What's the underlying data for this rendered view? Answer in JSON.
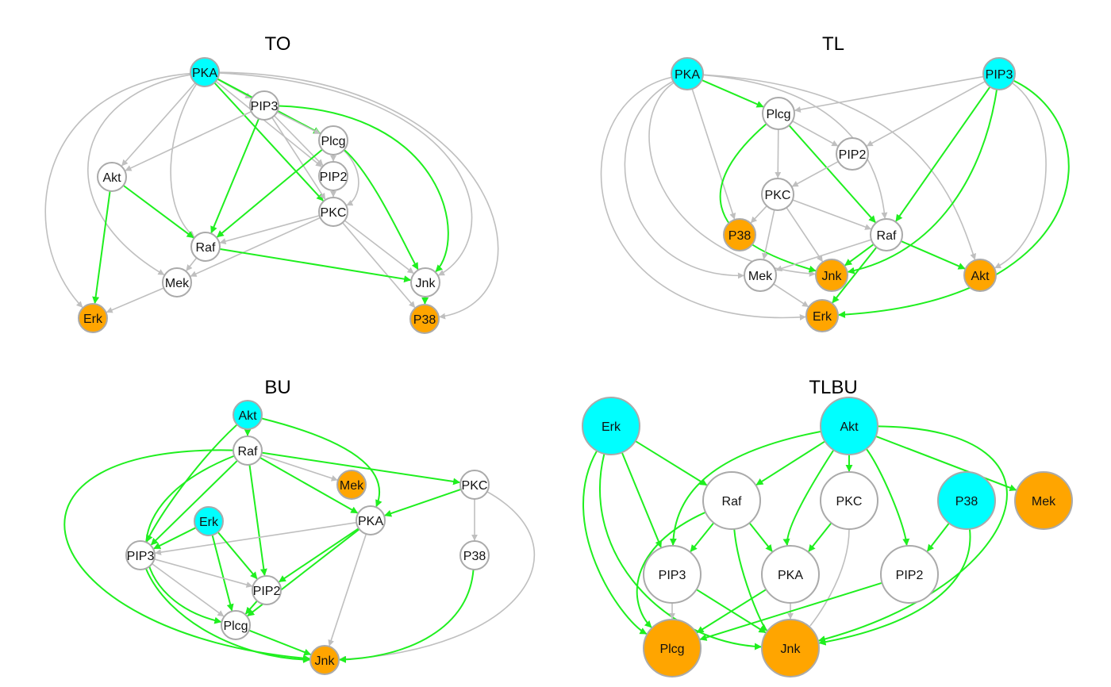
{
  "colors": {
    "edge_gray": "#bfbfbf",
    "edge_green": "#1fef1f",
    "node_white": "#ffffff",
    "node_cyan": "#00ffff",
    "node_orange": "#ffa500",
    "node_stroke": "#aaaaaa"
  },
  "panels": [
    {
      "id": "TO",
      "title": "TO",
      "nodes": [
        {
          "id": "PKA",
          "label": "PKA",
          "type": "cyan"
        },
        {
          "id": "PIP3",
          "label": "PIP3",
          "type": "white"
        },
        {
          "id": "Plcg",
          "label": "Plcg",
          "type": "white"
        },
        {
          "id": "PIP2",
          "label": "PIP2",
          "type": "white"
        },
        {
          "id": "PKC",
          "label": "PKC",
          "type": "white"
        },
        {
          "id": "Akt",
          "label": "Akt",
          "type": "white"
        },
        {
          "id": "Raf",
          "label": "Raf",
          "type": "white"
        },
        {
          "id": "Mek",
          "label": "Mek",
          "type": "white"
        },
        {
          "id": "Jnk",
          "label": "Jnk",
          "type": "white"
        },
        {
          "id": "Erk",
          "label": "Erk",
          "type": "orange"
        },
        {
          "id": "P38",
          "label": "P38",
          "type": "orange"
        }
      ],
      "edges": [
        {
          "from": "PKA",
          "to": "PIP3",
          "color": "gray"
        },
        {
          "from": "PKA",
          "to": "Plcg",
          "color": "green"
        },
        {
          "from": "PKA",
          "to": "PKC",
          "color": "green"
        },
        {
          "from": "PKA",
          "to": "PIP2",
          "color": "gray"
        },
        {
          "from": "PKA",
          "to": "Akt",
          "color": "gray"
        },
        {
          "from": "PKA",
          "to": "Raf",
          "color": "gray"
        },
        {
          "from": "PKA",
          "to": "Mek",
          "color": "gray"
        },
        {
          "from": "PKA",
          "to": "Erk",
          "color": "gray"
        },
        {
          "from": "PKA",
          "to": "Jnk",
          "color": "gray"
        },
        {
          "from": "PKA",
          "to": "P38",
          "color": "gray"
        },
        {
          "from": "PIP3",
          "to": "Plcg",
          "color": "gray"
        },
        {
          "from": "PIP3",
          "to": "PIP2",
          "color": "gray"
        },
        {
          "from": "PIP3",
          "to": "PKC",
          "color": "gray"
        },
        {
          "from": "PIP3",
          "to": "Akt",
          "color": "gray"
        },
        {
          "from": "PIP3",
          "to": "Raf",
          "color": "green"
        },
        {
          "from": "PIP3",
          "to": "Jnk",
          "color": "green"
        },
        {
          "from": "Plcg",
          "to": "PIP2",
          "color": "gray"
        },
        {
          "from": "Plcg",
          "to": "PKC",
          "color": "gray"
        },
        {
          "from": "Plcg",
          "to": "Raf",
          "color": "green"
        },
        {
          "from": "Plcg",
          "to": "Jnk",
          "color": "green"
        },
        {
          "from": "PIP2",
          "to": "PKC",
          "color": "gray"
        },
        {
          "from": "PKC",
          "to": "Raf",
          "color": "gray"
        },
        {
          "from": "PKC",
          "to": "Mek",
          "color": "gray"
        },
        {
          "from": "PKC",
          "to": "Jnk",
          "color": "gray"
        },
        {
          "from": "PKC",
          "to": "P38",
          "color": "gray"
        },
        {
          "from": "Akt",
          "to": "Raf",
          "color": "green"
        },
        {
          "from": "Akt",
          "to": "Erk",
          "color": "green"
        },
        {
          "from": "Raf",
          "to": "Mek",
          "color": "gray"
        },
        {
          "from": "Raf",
          "to": "Jnk",
          "color": "green"
        },
        {
          "from": "Mek",
          "to": "Erk",
          "color": "gray"
        },
        {
          "from": "Jnk",
          "to": "P38",
          "color": "green"
        }
      ]
    },
    {
      "id": "TL",
      "title": "TL",
      "nodes": [
        {
          "id": "PKA",
          "label": "PKA",
          "type": "cyan"
        },
        {
          "id": "PIP3",
          "label": "PIP3",
          "type": "cyan"
        },
        {
          "id": "Plcg",
          "label": "Plcg",
          "type": "white"
        },
        {
          "id": "PIP2",
          "label": "PIP2",
          "type": "white"
        },
        {
          "id": "PKC",
          "label": "PKC",
          "type": "white"
        },
        {
          "id": "P38",
          "label": "P38",
          "type": "orange"
        },
        {
          "id": "Raf",
          "label": "Raf",
          "type": "white"
        },
        {
          "id": "Mek",
          "label": "Mek",
          "type": "white"
        },
        {
          "id": "Jnk",
          "label": "Jnk",
          "type": "orange"
        },
        {
          "id": "Akt",
          "label": "Akt",
          "type": "orange"
        },
        {
          "id": "Erk",
          "label": "Erk",
          "type": "orange"
        }
      ],
      "edges": [
        {
          "from": "PKA",
          "to": "Plcg",
          "color": "green"
        },
        {
          "from": "PKA",
          "to": "P38",
          "color": "gray"
        },
        {
          "from": "PKA",
          "to": "Raf",
          "color": "gray"
        },
        {
          "from": "PKA",
          "to": "Akt",
          "color": "gray"
        },
        {
          "from": "PKA",
          "to": "Mek",
          "color": "gray"
        },
        {
          "from": "PKA",
          "to": "Jnk",
          "color": "gray"
        },
        {
          "from": "PKA",
          "to": "Erk",
          "color": "gray"
        },
        {
          "from": "PIP3",
          "to": "Plcg",
          "color": "gray"
        },
        {
          "from": "PIP3",
          "to": "PIP2",
          "color": "gray"
        },
        {
          "from": "PIP3",
          "to": "Raf",
          "color": "green"
        },
        {
          "from": "PIP3",
          "to": "Jnk",
          "color": "green"
        },
        {
          "from": "PIP3",
          "to": "Akt",
          "color": "gray"
        },
        {
          "from": "PIP3",
          "to": "Erk",
          "color": "green"
        },
        {
          "from": "Plcg",
          "to": "PIP2",
          "color": "gray"
        },
        {
          "from": "Plcg",
          "to": "PKC",
          "color": "gray"
        },
        {
          "from": "Plcg",
          "to": "Raf",
          "color": "green"
        },
        {
          "from": "Plcg",
          "to": "Jnk",
          "color": "green"
        },
        {
          "from": "PIP2",
          "to": "PKC",
          "color": "gray"
        },
        {
          "from": "PKC",
          "to": "P38",
          "color": "gray"
        },
        {
          "from": "PKC",
          "to": "Raf",
          "color": "gray"
        },
        {
          "from": "PKC",
          "to": "Mek",
          "color": "gray"
        },
        {
          "from": "PKC",
          "to": "Jnk",
          "color": "gray"
        },
        {
          "from": "Raf",
          "to": "Mek",
          "color": "gray"
        },
        {
          "from": "Raf",
          "to": "Jnk",
          "color": "green"
        },
        {
          "from": "Raf",
          "to": "Akt",
          "color": "green"
        },
        {
          "from": "Raf",
          "to": "Erk",
          "color": "green"
        },
        {
          "from": "Mek",
          "to": "Erk",
          "color": "gray"
        }
      ]
    },
    {
      "id": "BU",
      "title": "BU",
      "nodes": [
        {
          "id": "Akt",
          "label": "Akt",
          "type": "cyan"
        },
        {
          "id": "Raf",
          "label": "Raf",
          "type": "white"
        },
        {
          "id": "Mek",
          "label": "Mek",
          "type": "orange"
        },
        {
          "id": "PKC",
          "label": "PKC",
          "type": "white"
        },
        {
          "id": "PKA",
          "label": "PKA",
          "type": "white"
        },
        {
          "id": "Erk",
          "label": "Erk",
          "type": "cyan"
        },
        {
          "id": "PIP3",
          "label": "PIP3",
          "type": "white"
        },
        {
          "id": "P38",
          "label": "P38",
          "type": "white"
        },
        {
          "id": "PIP2",
          "label": "PIP2",
          "type": "white"
        },
        {
          "id": "Plcg",
          "label": "Plcg",
          "type": "white"
        },
        {
          "id": "Jnk",
          "label": "Jnk",
          "type": "orange"
        }
      ],
      "edges": [
        {
          "from": "Akt",
          "to": "Raf",
          "color": "green"
        },
        {
          "from": "Akt",
          "to": "PKA",
          "color": "green"
        },
        {
          "from": "Akt",
          "to": "PIP3",
          "color": "green"
        },
        {
          "from": "Raf",
          "to": "Mek",
          "color": "gray"
        },
        {
          "from": "Raf",
          "to": "PKC",
          "color": "green"
        },
        {
          "from": "Raf",
          "to": "PKA",
          "color": "green"
        },
        {
          "from": "Raf",
          "to": "PIP3",
          "color": "green"
        },
        {
          "from": "Raf",
          "to": "PIP2",
          "color": "green"
        },
        {
          "from": "Raf",
          "to": "Plcg",
          "color": "green"
        },
        {
          "from": "Raf",
          "to": "Jnk",
          "color": "green"
        },
        {
          "from": "PKC",
          "to": "PKA",
          "color": "green"
        },
        {
          "from": "PKC",
          "to": "P38",
          "color": "gray"
        },
        {
          "from": "PKC",
          "to": "Jnk",
          "color": "gray"
        },
        {
          "from": "PKA",
          "to": "PIP3",
          "color": "gray"
        },
        {
          "from": "PKA",
          "to": "PIP2",
          "color": "green"
        },
        {
          "from": "PKA",
          "to": "Plcg",
          "color": "green"
        },
        {
          "from": "PKA",
          "to": "Jnk",
          "color": "gray"
        },
        {
          "from": "Erk",
          "to": "PIP3",
          "color": "green"
        },
        {
          "from": "Erk",
          "to": "PIP2",
          "color": "green"
        },
        {
          "from": "Erk",
          "to": "Plcg",
          "color": "green"
        },
        {
          "from": "PIP3",
          "to": "PIP2",
          "color": "gray"
        },
        {
          "from": "PIP3",
          "to": "Plcg",
          "color": "gray"
        },
        {
          "from": "PIP3",
          "to": "Jnk",
          "color": "green"
        },
        {
          "from": "PIP2",
          "to": "Plcg",
          "color": "green"
        },
        {
          "from": "Plcg",
          "to": "Jnk",
          "color": "green"
        },
        {
          "from": "P38",
          "to": "Jnk",
          "color": "green"
        }
      ]
    },
    {
      "id": "TLBU",
      "title": "TLBU",
      "nodes": [
        {
          "id": "Erk",
          "label": "Erk",
          "type": "cyan"
        },
        {
          "id": "Akt",
          "label": "Akt",
          "type": "cyan"
        },
        {
          "id": "Raf",
          "label": "Raf",
          "type": "white"
        },
        {
          "id": "PKC",
          "label": "PKC",
          "type": "white"
        },
        {
          "id": "P38",
          "label": "P38",
          "type": "cyan"
        },
        {
          "id": "Mek",
          "label": "Mek",
          "type": "orange"
        },
        {
          "id": "PIP3",
          "label": "PIP3",
          "type": "white"
        },
        {
          "id": "PKA",
          "label": "PKA",
          "type": "white"
        },
        {
          "id": "PIP2",
          "label": "PIP2",
          "type": "white"
        },
        {
          "id": "Plcg",
          "label": "Plcg",
          "type": "orange"
        },
        {
          "id": "Jnk",
          "label": "Jnk",
          "type": "orange"
        }
      ],
      "edges": [
        {
          "from": "Erk",
          "to": "Raf",
          "color": "green"
        },
        {
          "from": "Erk",
          "to": "PIP3",
          "color": "green"
        },
        {
          "from": "Erk",
          "to": "Plcg",
          "color": "green"
        },
        {
          "from": "Erk",
          "to": "Jnk",
          "color": "green"
        },
        {
          "from": "Akt",
          "to": "Raf",
          "color": "green"
        },
        {
          "from": "Akt",
          "to": "PKC",
          "color": "green"
        },
        {
          "from": "Akt",
          "to": "PIP3",
          "color": "green"
        },
        {
          "from": "Akt",
          "to": "PKA",
          "color": "green"
        },
        {
          "from": "Akt",
          "to": "PIP2",
          "color": "green"
        },
        {
          "from": "Akt",
          "to": "Mek",
          "color": "green"
        },
        {
          "from": "Akt",
          "to": "Jnk",
          "color": "green"
        },
        {
          "from": "Raf",
          "to": "PIP3",
          "color": "green"
        },
        {
          "from": "Raf",
          "to": "PKA",
          "color": "green"
        },
        {
          "from": "Raf",
          "to": "Plcg",
          "color": "green"
        },
        {
          "from": "Raf",
          "to": "Jnk",
          "color": "green"
        },
        {
          "from": "PKC",
          "to": "PKA",
          "color": "green"
        },
        {
          "from": "PKC",
          "to": "Jnk",
          "color": "gray"
        },
        {
          "from": "P38",
          "to": "PIP2",
          "color": "green"
        },
        {
          "from": "P38",
          "to": "Jnk",
          "color": "green"
        },
        {
          "from": "PIP3",
          "to": "Plcg",
          "color": "gray"
        },
        {
          "from": "PIP3",
          "to": "Jnk",
          "color": "green"
        },
        {
          "from": "PKA",
          "to": "Plcg",
          "color": "green"
        },
        {
          "from": "PKA",
          "to": "Jnk",
          "color": "gray"
        },
        {
          "from": "PIP2",
          "to": "Plcg",
          "color": "green"
        }
      ]
    }
  ]
}
